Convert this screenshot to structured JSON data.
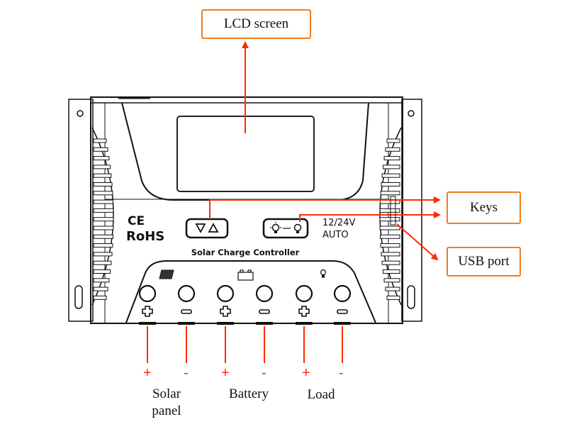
{
  "diagram": {
    "title": "Solar charge controller front panel diagram",
    "device": {
      "product_label": "Solar Charge Controller",
      "certifications": [
        "CE",
        "RoHS"
      ],
      "voltage_line1": "12/24V",
      "voltage_line2": "AUTO",
      "key_buttons": [
        {
          "name": "navigation-keys",
          "glyphs": "▽ △"
        },
        {
          "name": "load-mode-key",
          "glyphs": "-💡-↔-💡"
        }
      ],
      "terminal_groups": [
        {
          "icon": "solar-panel-icon",
          "name": "Solar panel"
        },
        {
          "icon": "battery-icon",
          "name": "Battery"
        },
        {
          "icon": "bulb-icon",
          "name": "Load"
        }
      ],
      "terminal_polarity": [
        "+",
        "−",
        "+",
        "−",
        "+",
        "−"
      ]
    },
    "callouts": {
      "lcd": "LCD screen",
      "keys": "Keys",
      "usb": "USB port"
    },
    "wire_signs": [
      "+",
      "-",
      "+",
      "-",
      "+",
      "-"
    ],
    "wire_labels": {
      "solar_line1": "Solar",
      "solar_line2": "panel",
      "battery": "Battery",
      "load": "Load"
    },
    "colors": {
      "callout_border": "#f07d1e",
      "arrow": "#ff2a00",
      "outline": "#111111"
    }
  }
}
